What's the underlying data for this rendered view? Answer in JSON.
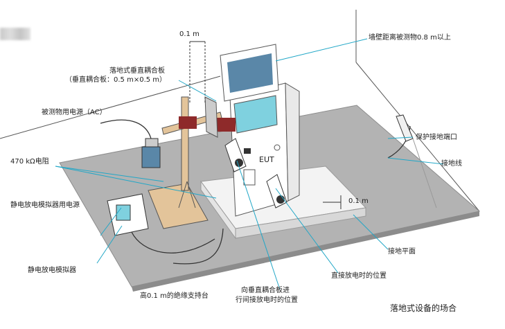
{
  "labels": {
    "wall_gap": "0.1 m",
    "wall_distance": "墙壁距离被测物0.8 m以上",
    "vcp_title": "落地式垂直耦合板",
    "vcp_size": "（垂直耦合板：0.5 m×0.5 m）",
    "eut_power": "被测物用电源（AC）",
    "resistor": "470 kΩ电阻",
    "esd_power": "静电放电模拟器用电源",
    "esd_sim": "静电放电模拟器",
    "support": "高0.1 m的绝缘支持台",
    "indirect_pos_line1": "向垂直耦合板进",
    "indirect_pos_line2": "行间接放电时的位置",
    "direct_pos": "直接放电时的位置",
    "ground_plane": "接地平面",
    "ground_wire": "接地线",
    "ground_terminal": "保护接地端口",
    "height_gap": "0.1 m",
    "eut": "EUT",
    "caption": "落地式设备的场合"
  },
  "colors": {
    "floor": "#b3b3b3",
    "floor_edge": "#8c8c8c",
    "leader": "#21a7c7",
    "wood": "#e3c49a",
    "clamp": "#8e2a2a",
    "screen": "#7fd1df",
    "device_blue": "#5a87a8"
  }
}
